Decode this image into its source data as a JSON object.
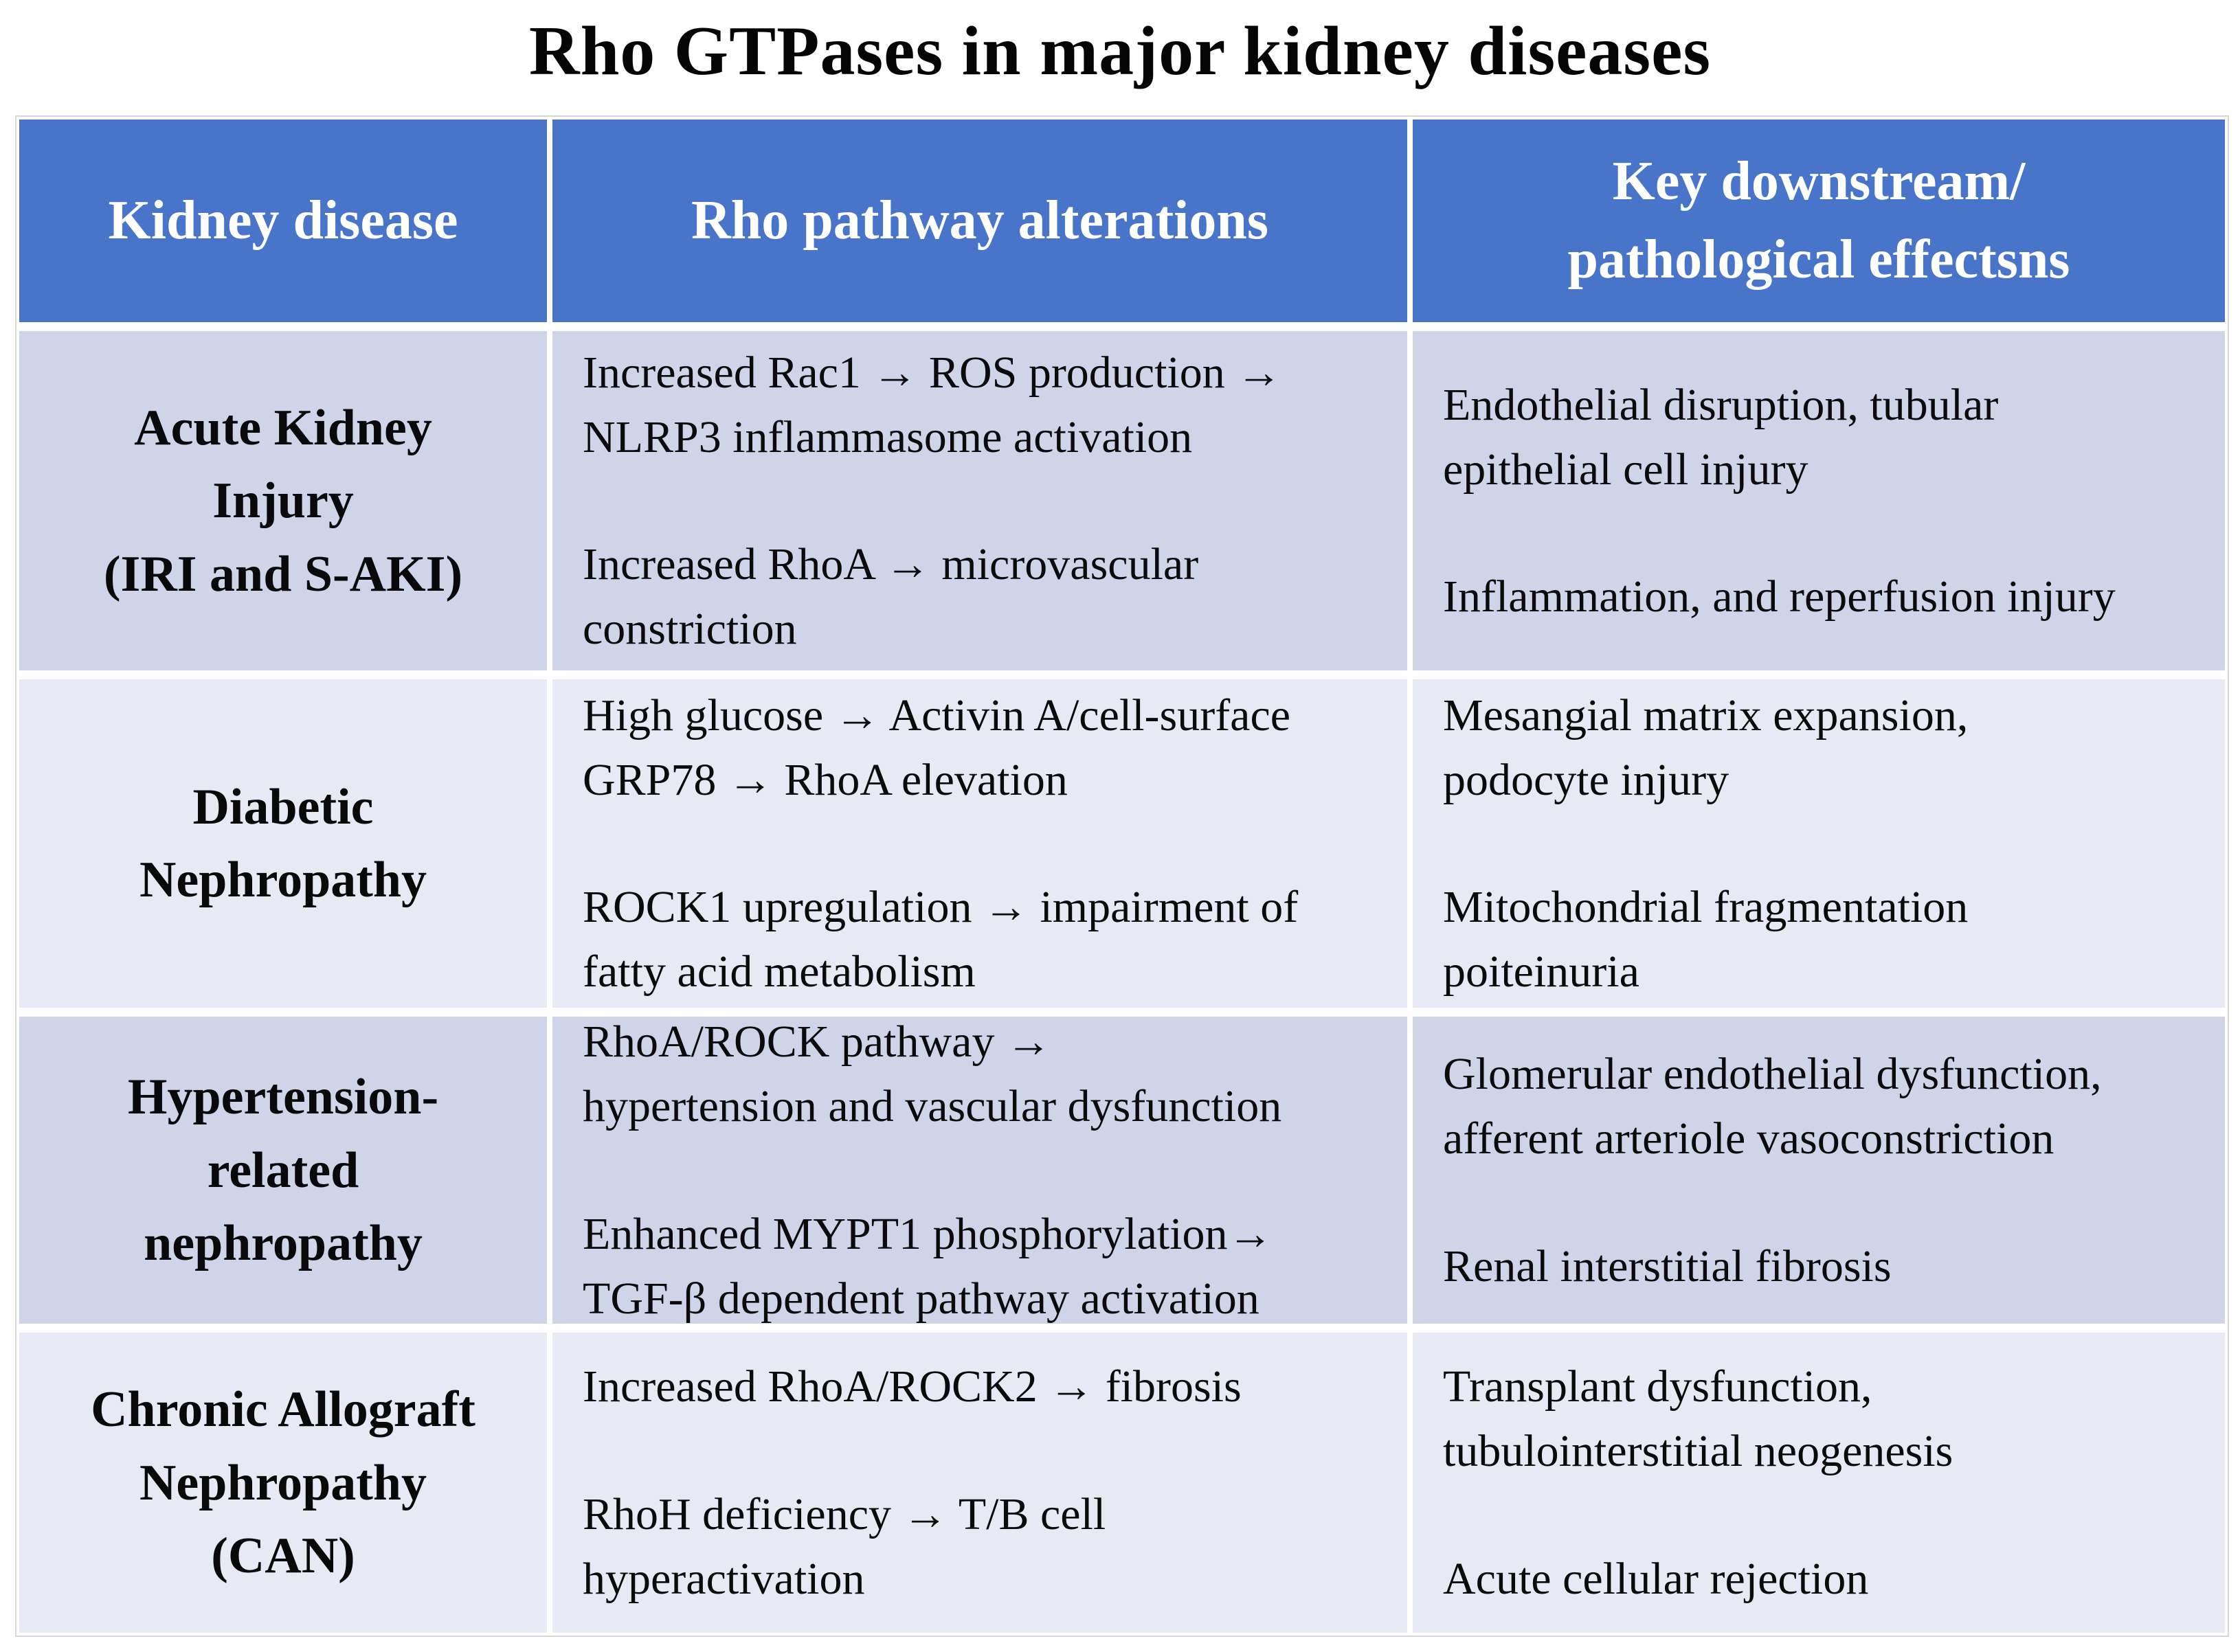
{
  "title": "Rho GTPases in major kidney diseases",
  "colors": {
    "header_bg": "#4874C9",
    "header_text": "#FFFFFF",
    "band_dark": "#CFD4E8",
    "band_light": "#E7EAF5",
    "body_text": "#0B0B0B",
    "outer_border": "#D7D7D7"
  },
  "table": {
    "headers": {
      "disease": "Kidney disease",
      "alterations": "Rho pathway alterations",
      "effects": "Key downstream/\npathological effectsns"
    },
    "rows": [
      {
        "disease": "Acute Kidney\nInjury\n(IRI and S-AKI)",
        "alterations": [
          "Increased Rac1 → ROS production →\nNLRP3 inflammasome activation",
          "Increased RhoA → microvascular\nconstriction"
        ],
        "effects": [
          "Endothelial disruption, tubular\nepithelial cell injury",
          "Inflammation, and reperfusion injury"
        ]
      },
      {
        "disease": "Diabetic\nNephropathy",
        "alterations": [
          "High glucose → Activin A/cell-surface\nGRP78 → RhoA elevation",
          "ROCK1 upregulation → impairment of\nfatty acid metabolism"
        ],
        "effects": [
          "Mesangial matrix expansion,\npodocyte injury",
          "Mitochondrial fragmentation\npoiteinuria"
        ]
      },
      {
        "disease": "Hypertension-\nrelated\nnephropathy",
        "alterations": [
          "RhoA/ROCK pathway →\nhypertension and vascular dysfunction",
          "Enhanced MYPT1 phosphorylation→\nTGF-β dependent pathway activation"
        ],
        "effects": [
          "Glomerular endothelial dysfunction,\nafferent arteriole vasoconstriction",
          "Renal interstitial fibrosis"
        ]
      },
      {
        "disease": "Chronic Allograft\nNephropathy\n(CAN)",
        "alterations": [
          "Increased RhoA/ROCK2 → fibrosis",
          "RhoH deficiency → T/B cell\nhyperactivation"
        ],
        "effects": [
          "Transplant dysfunction,\ntubulointerstitial neogenesis",
          "Acute cellular rejection"
        ]
      }
    ]
  }
}
